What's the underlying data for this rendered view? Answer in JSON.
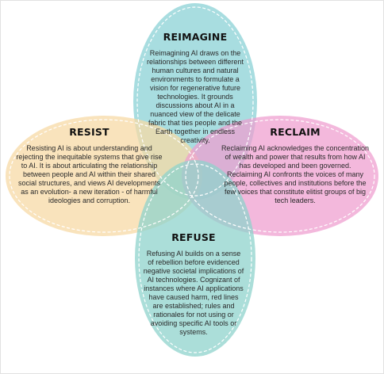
{
  "colors": {
    "reimagine": "#8fd3d7",
    "resist": "#f7d9a6",
    "reclaim": "#ef9dce",
    "refuse": "#8fd3cc",
    "outline": "#ffffff"
  },
  "petals": {
    "reimagine": {
      "title": "REIMAGINE",
      "body": "Reimagining AI draws on the relationships between different human cultures and natural environments to formulate a vision for regenerative future technologies. It grounds discussions about AI in a nuanced view of the delicate fabric that ties people and the Earth together in endless creativity."
    },
    "resist": {
      "title": "RESIST",
      "body": "Resisting AI is about understanding and rejecting the inequitable systems that give rise to AI. It is about articulating the relationship between people and AI within their shared social structures, and views AI developments as an evolution- a new iteration - of harmful ideologies and corruption."
    },
    "reclaim": {
      "title": "RECLAIM",
      "body": "Reclaiming AI acknowledges the concentration of wealth and power that results from how AI has developed and been governed. Reclaiming AI confronts the voices of many people, collectives and institutions before the few voices that constitute elitist groups of big tech leaders."
    },
    "refuse": {
      "title": "REFUSE",
      "body": "Refusing AI builds on a sense of rebellion before evidenced negative societal implications of AI technologies. Cognizant of instances where AI applications have caused harm, red lines are established; rules and rationales for not using or avoiding specific AI tools or systems."
    }
  }
}
